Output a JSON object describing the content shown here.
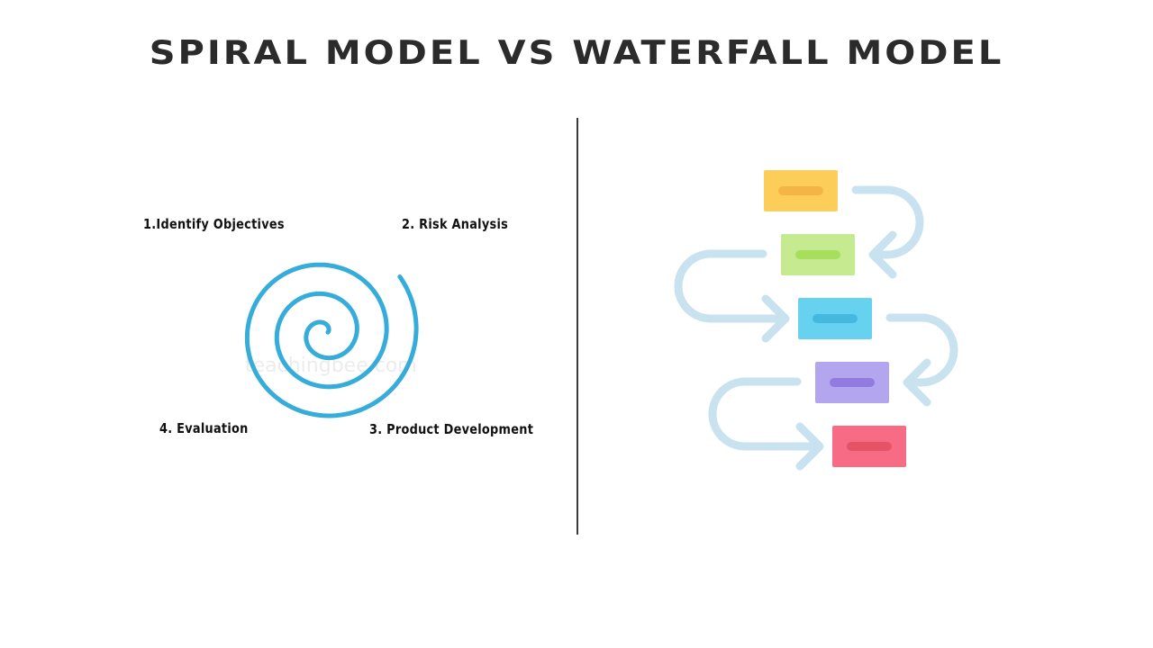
{
  "title": "Spiral Model VS Waterfall Model",
  "spiral": {
    "steps": [
      "1.Identify Objectives",
      "2. Risk Analysis",
      "3. Product Development",
      "4. Evaluation"
    ],
    "watermark": "teachingbee.com",
    "color": "#35acd9"
  },
  "waterfall": {
    "blocks": [
      {
        "color": "#fdcd5a",
        "bar": "#f4b546"
      },
      {
        "color": "#c6ea8f",
        "bar": "#a7df5c"
      },
      {
        "color": "#66d2ef",
        "bar": "#45b8e0"
      },
      {
        "color": "#b3a6ee",
        "bar": "#917be0"
      },
      {
        "color": "#f86b84",
        "bar": "#e55367"
      }
    ],
    "arrow_color": "#c8e2ef",
    "arrow_icons": [
      "curved-arrow-left-icon",
      "curved-arrow-right-icon"
    ]
  }
}
